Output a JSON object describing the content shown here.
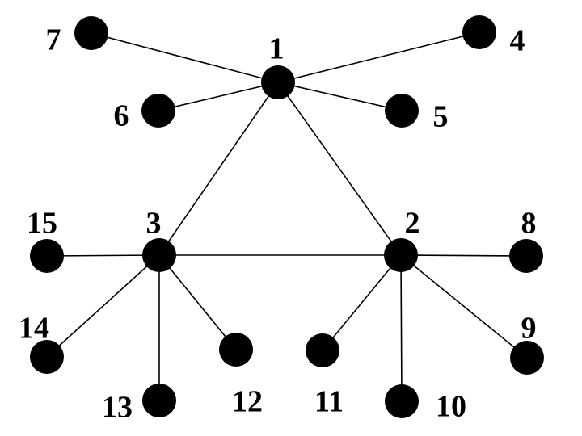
{
  "graph": {
    "nodes": [
      {
        "id": "1",
        "label": "1"
      },
      {
        "id": "2",
        "label": "2"
      },
      {
        "id": "3",
        "label": "3"
      },
      {
        "id": "4",
        "label": "4"
      },
      {
        "id": "5",
        "label": "5"
      },
      {
        "id": "6",
        "label": "6"
      },
      {
        "id": "7",
        "label": "7"
      },
      {
        "id": "8",
        "label": "8"
      },
      {
        "id": "9",
        "label": "9"
      },
      {
        "id": "10",
        "label": "10"
      },
      {
        "id": "11",
        "label": "11"
      },
      {
        "id": "12",
        "label": "12"
      },
      {
        "id": "13",
        "label": "13"
      },
      {
        "id": "14",
        "label": "14"
      },
      {
        "id": "15",
        "label": "15"
      }
    ],
    "edges": [
      [
        "1",
        "7"
      ],
      [
        "1",
        "4"
      ],
      [
        "1",
        "6"
      ],
      [
        "1",
        "5"
      ],
      [
        "1",
        "3"
      ],
      [
        "1",
        "2"
      ],
      [
        "3",
        "2"
      ],
      [
        "3",
        "15"
      ],
      [
        "3",
        "14"
      ],
      [
        "3",
        "13"
      ],
      [
        "3",
        "12"
      ],
      [
        "2",
        "8"
      ],
      [
        "2",
        "9"
      ],
      [
        "2",
        "10"
      ],
      [
        "2",
        "11"
      ]
    ],
    "colors": {
      "node": "#000000",
      "edge": "#000000",
      "background": "#ffffff"
    }
  }
}
